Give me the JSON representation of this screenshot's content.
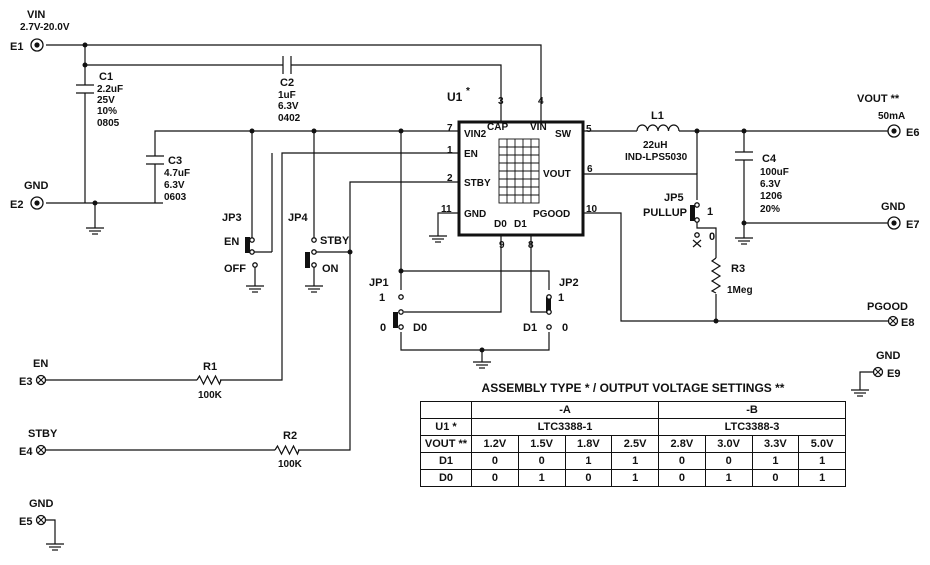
{
  "terminals": {
    "e1": {
      "id": "E1",
      "name": "VIN",
      "value": "2.7V-20.0V"
    },
    "e2": {
      "id": "E2",
      "name": "GND"
    },
    "e3": {
      "id": "E3",
      "name": "EN"
    },
    "e4": {
      "id": "E4",
      "name": "STBY"
    },
    "e5": {
      "id": "E5",
      "name": "GND"
    },
    "e6": {
      "id": "E6",
      "name": "VOUT **",
      "value": "50mA"
    },
    "e7": {
      "id": "E7",
      "name": "GND"
    },
    "e8": {
      "id": "E8",
      "name": "PGOOD"
    },
    "e9": {
      "id": "E9",
      "name": "GND"
    }
  },
  "components": {
    "c1": {
      "ref": "C1",
      "v1": "2.2uF",
      "v2": "25V",
      "v3": "10%",
      "v4": "0805"
    },
    "c2": {
      "ref": "C2",
      "v1": "1uF",
      "v2": "6.3V",
      "v3": "0402"
    },
    "c3": {
      "ref": "C3",
      "v1": "4.7uF",
      "v2": "6.3V",
      "v3": "0603"
    },
    "c4": {
      "ref": "C4",
      "v1": "100uF",
      "v2": "6.3V",
      "v3": "1206",
      "v4": "20%"
    },
    "l1": {
      "ref": "L1",
      "v1": "22uH",
      "v2": "IND-LPS5030"
    },
    "r1": {
      "ref": "R1",
      "v1": "100K"
    },
    "r2": {
      "ref": "R2",
      "v1": "100K"
    },
    "r3": {
      "ref": "R3",
      "v1": "1Meg"
    }
  },
  "jumpers": {
    "jp1": {
      "ref": "JP1",
      "top": "1",
      "bottom": "0",
      "label": "D0"
    },
    "jp2": {
      "ref": "JP2",
      "top": "1",
      "bottom": "0",
      "label": "D1"
    },
    "jp3": {
      "ref": "JP3",
      "top": "EN",
      "bottom": "OFF"
    },
    "jp4": {
      "ref": "JP4",
      "top": "STBY",
      "bottom": "ON"
    },
    "jp5": {
      "ref": "JP5",
      "label": "PULLUP",
      "top": "1",
      "bottom": "0"
    }
  },
  "ic": {
    "ref": "U1",
    "mark": "*",
    "pins": {
      "cap": "CAP",
      "vin": "VIN",
      "vin2": "VIN2",
      "sw": "SW",
      "en": "EN",
      "stby": "STBY",
      "vout": "VOUT",
      "gnd": "GND",
      "d0": "D0",
      "d1": "D1",
      "pgood": "PGOOD"
    },
    "pin_numbers": {
      "cap": "3",
      "vin": "4",
      "vin2": "7",
      "sw": "5",
      "en": "1",
      "stby": "2",
      "vout": "6",
      "gnd": "11",
      "d0": "9",
      "d1": "8",
      "pgood": "10"
    }
  },
  "assembly_table": {
    "title": "ASSEMBLY TYPE * / OUTPUT VOLTAGE SETTINGS **",
    "group_a": "-A",
    "group_b": "-B",
    "u1_label": "U1 *",
    "part_a": "LTC3388-1",
    "part_b": "LTC3388-3",
    "vout_label": "VOUT **",
    "voltages": [
      "1.2V",
      "1.5V",
      "1.8V",
      "2.5V",
      "2.8V",
      "3.0V",
      "3.3V",
      "5.0V"
    ],
    "d1_label": "D1",
    "d1": [
      "0",
      "0",
      "1",
      "1",
      "0",
      "0",
      "1",
      "1"
    ],
    "d0_label": "D0",
    "d0": [
      "0",
      "1",
      "0",
      "1",
      "0",
      "1",
      "0",
      "1"
    ]
  }
}
